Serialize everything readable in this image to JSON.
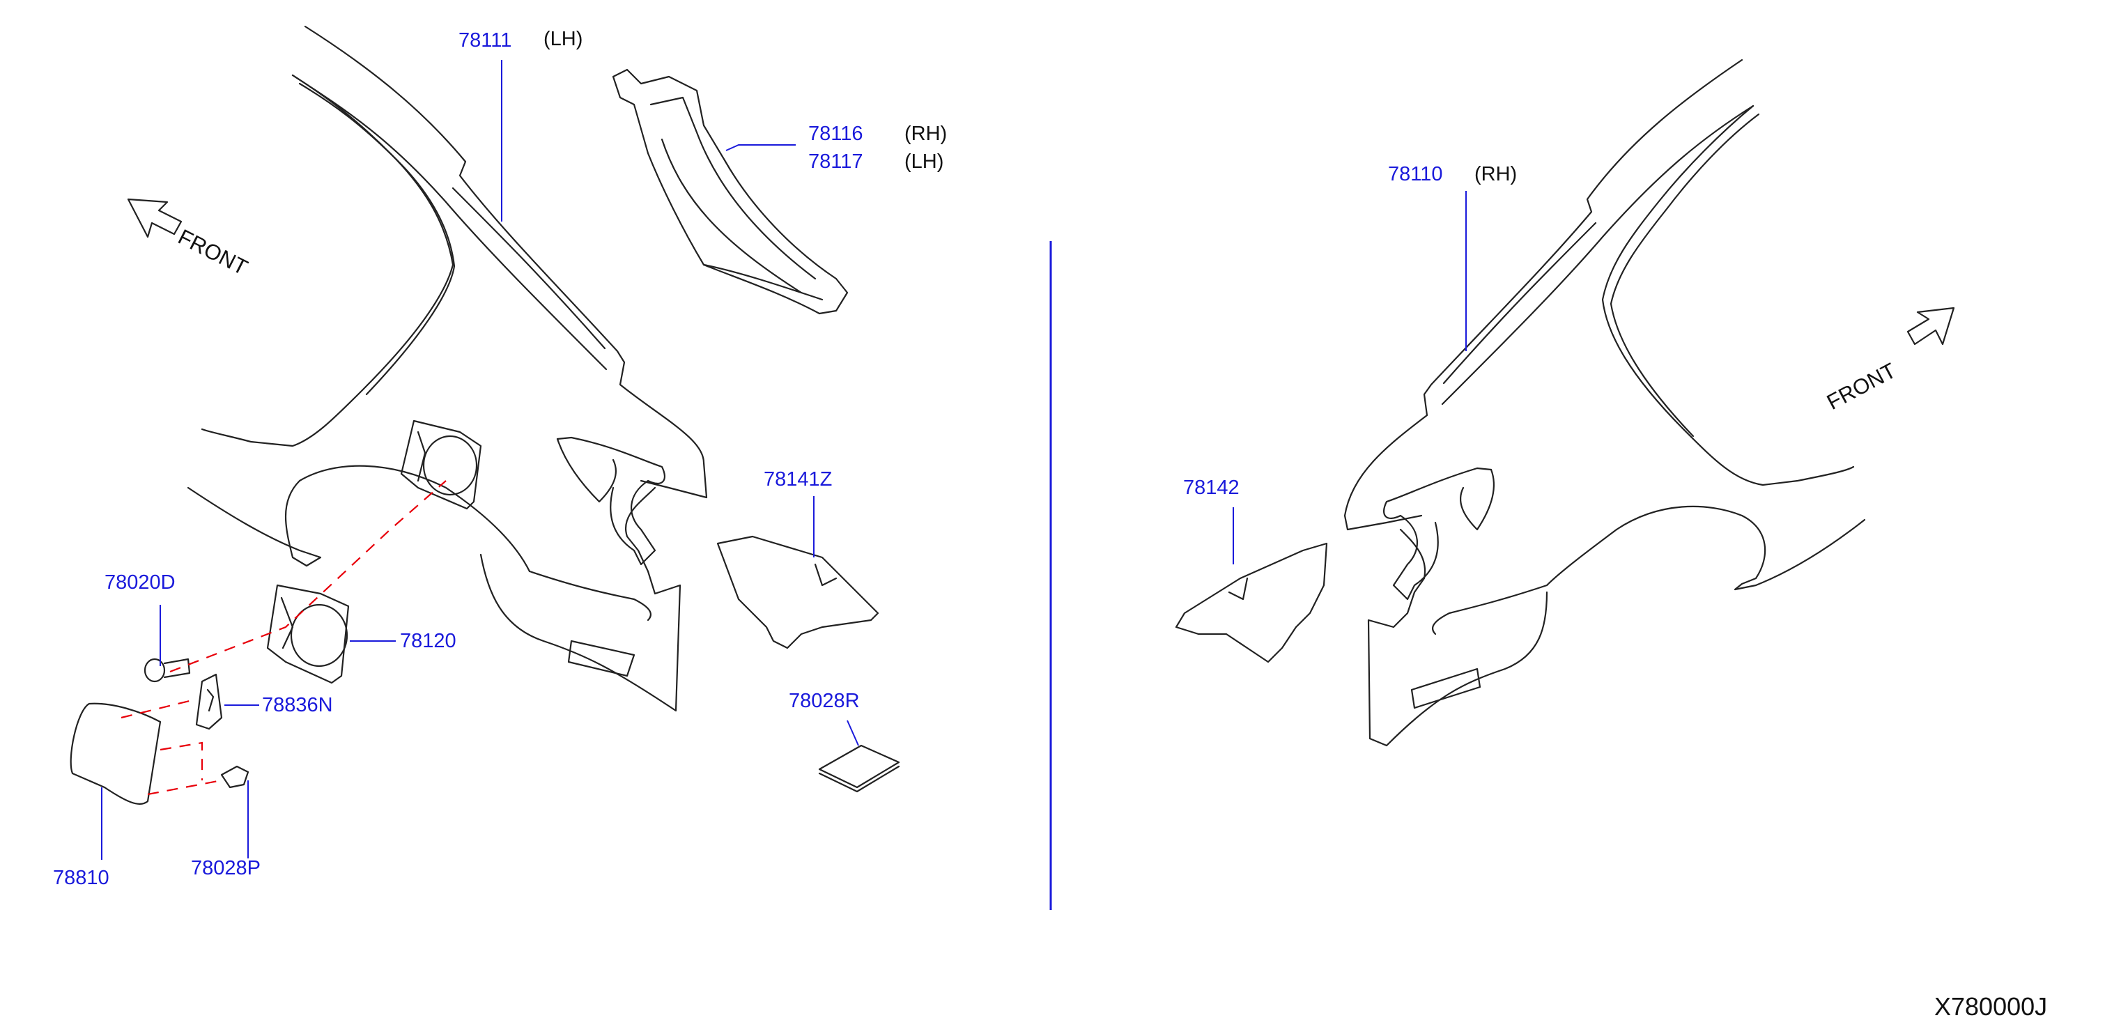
{
  "diagram": {
    "code": "X780000J",
    "front_label": "FRONT",
    "callouts": [
      {
        "part": "78111",
        "side": "(LH)"
      },
      {
        "part": "78116",
        "side": "(RH)"
      },
      {
        "part": "78117",
        "side": "(LH)"
      },
      {
        "part": "78110",
        "side": "(RH)"
      },
      {
        "part": "78141Z",
        "side": ""
      },
      {
        "part": "78142",
        "side": ""
      },
      {
        "part": "78020D",
        "side": ""
      },
      {
        "part": "78120",
        "side": ""
      },
      {
        "part": "78836N",
        "side": ""
      },
      {
        "part": "78810",
        "side": ""
      },
      {
        "part": "78028P",
        "side": ""
      },
      {
        "part": "78028R",
        "side": ""
      }
    ],
    "colors": {
      "callout": "#1a1adb",
      "dashed_link": "#e8000a",
      "outline": "#222222"
    }
  }
}
